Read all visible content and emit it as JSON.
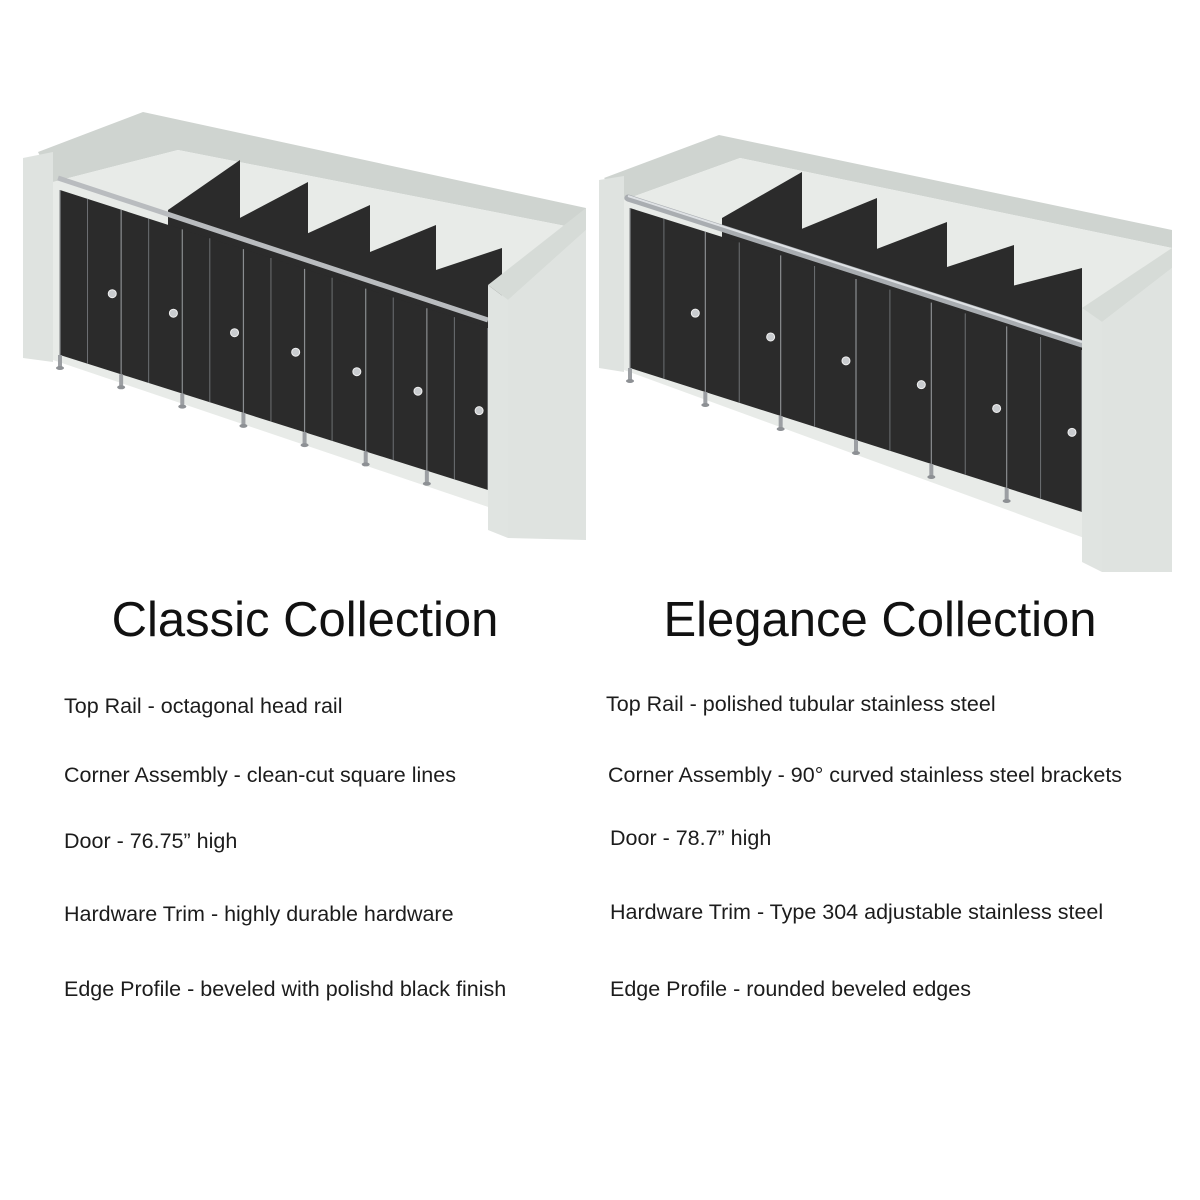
{
  "classic": {
    "title": "Classic Collection",
    "specs": [
      "Top Rail - octagonal head rail",
      "Corner Assembly - clean-cut square lines",
      "Door - 76.75” high",
      "Hardware Trim - highly durable hardware",
      "Edge Profile - beveled with polishd black finish"
    ]
  },
  "elegance": {
    "title": "Elegance Collection",
    "specs": [
      "Top Rail - polished tubular stainless steel",
      "Corner Assembly - 90° curved stainless steel brackets",
      "Door - 78.7” high",
      "Hardware Trim - Type 304 adjustable stainless steel",
      "Edge Profile - rounded beveled edges"
    ]
  },
  "colors": {
    "panel": "#2b2b2b",
    "panel_edge": "#1c1c1c",
    "wall_light": "#e8ebe8",
    "wall_mid": "#dadfdb",
    "wall_dark": "#cdd2ce",
    "rail": "#b9bcbf",
    "hardware": "#c9cccf"
  }
}
